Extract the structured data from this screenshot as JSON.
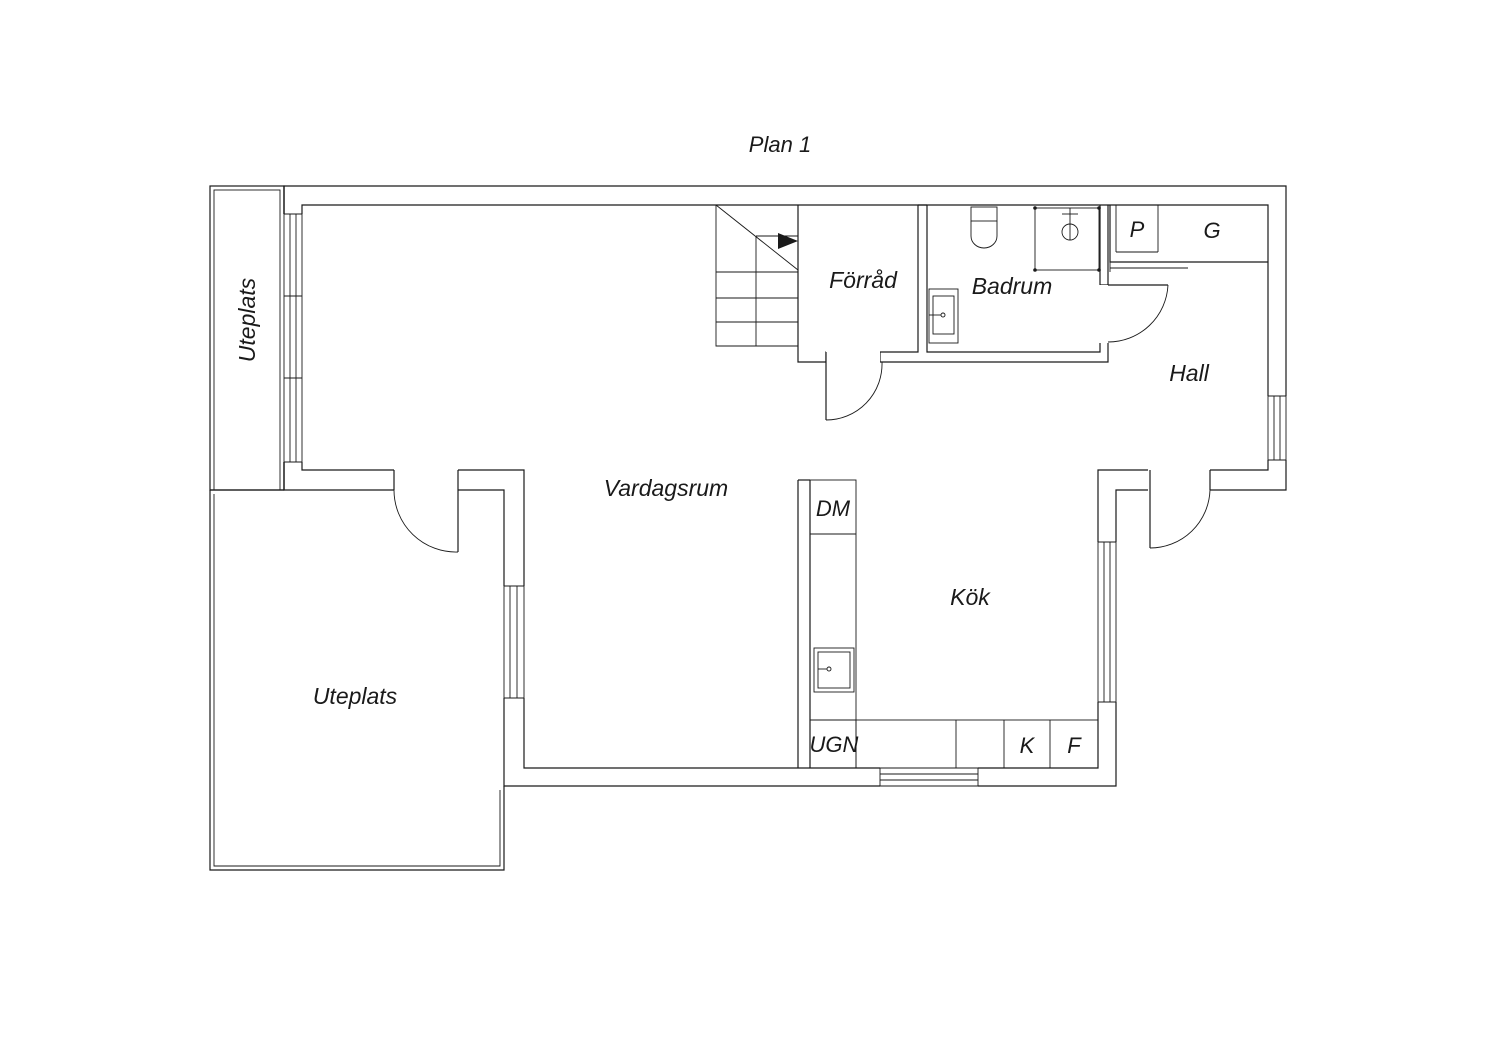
{
  "plan_title": "Plan 1",
  "rooms": {
    "vardagsrum": "Vardagsrum",
    "kok": "Kök",
    "hall": "Hall",
    "badrum": "Badrum",
    "forrad": "Förråd",
    "uteplats_vertical": "Uteplats",
    "uteplats_large": "Uteplats"
  },
  "fixtures": {
    "dm": "DM",
    "ugn": "UGN",
    "k": "K",
    "f": "F",
    "p": "P",
    "g": "G"
  },
  "colors": {
    "line": "#1a1a1a",
    "background": "#ffffff"
  }
}
